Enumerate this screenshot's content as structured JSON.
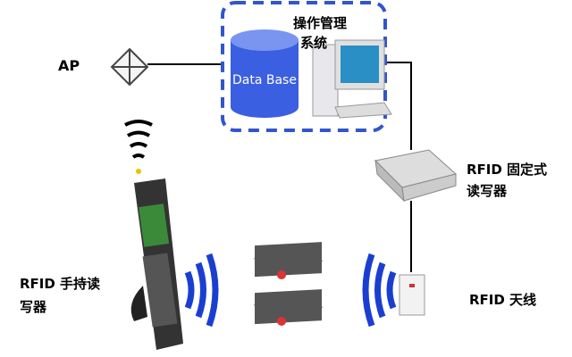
{
  "labels": {
    "ap": "AP",
    "mgmt_system": "操作管理系统",
    "mgmt_line1": "操作管理",
    "mgmt_line2": "系统",
    "database": "Data Base",
    "fixed_reader_line1": "RFID 固定式",
    "fixed_reader_line2": "读写器",
    "handheld_line1": "RFID 手持读",
    "handheld_line2": "写器",
    "antenna": "RFID 天线"
  },
  "colors": {
    "dashed_border": "#3355cc",
    "database": "#3a5fe0",
    "waves": "#1a3fd0"
  }
}
